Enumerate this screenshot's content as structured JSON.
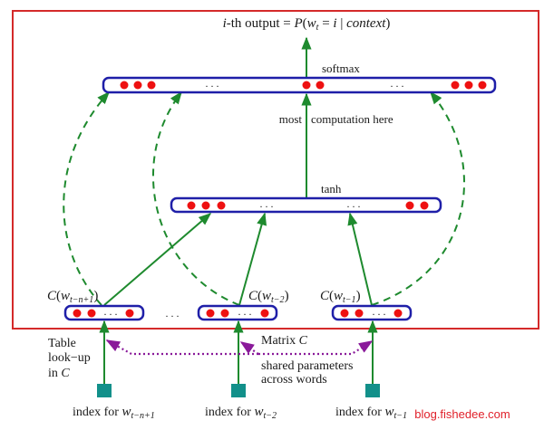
{
  "diagram": {
    "title": {
      "prefix_italic": "i",
      "prefix": "-th output = ",
      "formula_P": "P",
      "formula_open": "(",
      "formula_w": "w",
      "formula_sub": "t",
      "formula_eq": " = ",
      "formula_i": "i",
      "formula_bar": " | ",
      "formula_ctx": "context",
      "formula_close": ")"
    },
    "layers": {
      "output": {
        "label": "softmax",
        "ellipsis_left": ". . .",
        "ellipsis_right": ". . ."
      },
      "hidden": {
        "label": "tanh",
        "ellipsis_left": ". . .",
        "ellipsis_right": ". . ."
      },
      "hidden_note": {
        "left": "most",
        "right": "computation here"
      }
    },
    "embeddings": [
      {
        "label_C": "C",
        "label_open": "(",
        "label_w": "w",
        "label_sub": "t−n+1",
        "label_close": ")",
        "ellipsis": ". . ."
      },
      {
        "label_C": "C",
        "label_open": "(",
        "label_w": "w",
        "label_sub": "t−2",
        "label_close": ")",
        "ellipsis": ". . ."
      },
      {
        "label_C": "C",
        "label_open": "(",
        "label_w": "w",
        "label_sub": "t−1",
        "label_close": ")",
        "ellipsis": ". . ."
      }
    ],
    "between_ellipsis": ". . .",
    "lookup_note": {
      "line1": "Table",
      "line2": "look−up",
      "line3_prefix": "in ",
      "line3_C": "C"
    },
    "matrix_note": {
      "prefix": "Matrix ",
      "C": "C",
      "line2": "shared parameters",
      "line3": "across words"
    },
    "inputs": [
      {
        "prefix": "index for ",
        "w": "w",
        "sub": "t−n+1"
      },
      {
        "prefix": "index for ",
        "w": "w",
        "sub": "t−2"
      },
      {
        "prefix": "index for ",
        "w": "w",
        "sub": "t−1"
      }
    ],
    "watermark": "blog.fishedee.com",
    "colors": {
      "frame": "#d42a2a",
      "layer_border": "#1f1fa8",
      "unit": "#ee1111",
      "arrow": "#1e8a2e",
      "shared_arrow": "#8a1a9a",
      "input_box": "#12908a",
      "watermark": "#e0202a"
    }
  }
}
